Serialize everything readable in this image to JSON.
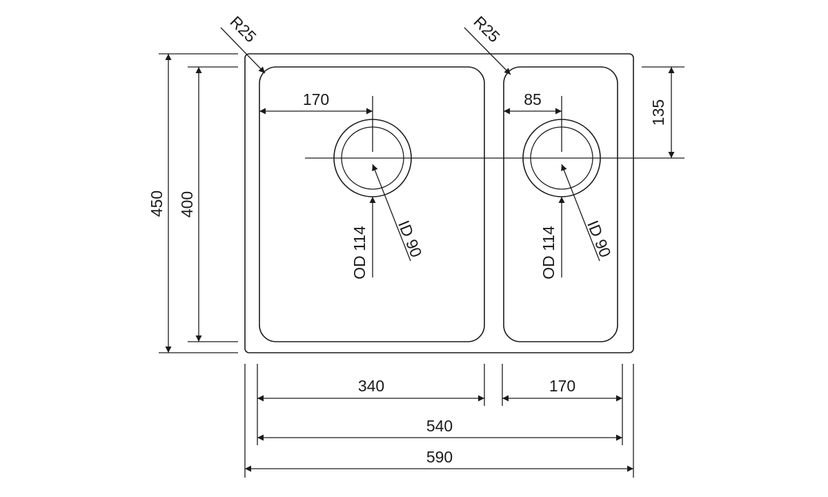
{
  "drawing": {
    "radius_left": "R25",
    "radius_right": "R25",
    "left_offset": "170",
    "right_offset": "85",
    "drain_height": "135",
    "overall_height": "450",
    "bowl_height": "400",
    "left_od": "OD 114",
    "left_id": "ID 90",
    "right_od": "OD 114",
    "right_id": "ID 90",
    "left_bowl_width": "340",
    "right_bowl_width": "170",
    "inner_width": "540",
    "overall_width": "590"
  }
}
